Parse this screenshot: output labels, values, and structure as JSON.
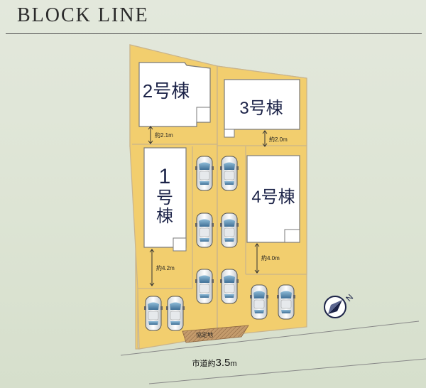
{
  "title": "BLOCK LINE",
  "buildings": {
    "b1": {
      "num": "1",
      "suffix": "号",
      "kanji": "棟"
    },
    "b2": {
      "label": "2号棟"
    },
    "b3": {
      "label": "3号棟"
    },
    "b4": {
      "label": "4号棟"
    }
  },
  "setbacks": {
    "b2": "約2.1m",
    "b3": "約2.0m",
    "b1": "約4.2m",
    "b4": "約4.0m"
  },
  "shared_area_label": "協定地",
  "road": {
    "prefix": "市道約",
    "value": "3.5",
    "unit": "m"
  },
  "compass": {
    "north_label": "N"
  },
  "colors": {
    "lot_fill": "#f2ce6e",
    "building_fill": "#ffffff",
    "building_label": "#1c2348",
    "shared_area": "#b88a5a",
    "background": "#e3e8dc"
  }
}
